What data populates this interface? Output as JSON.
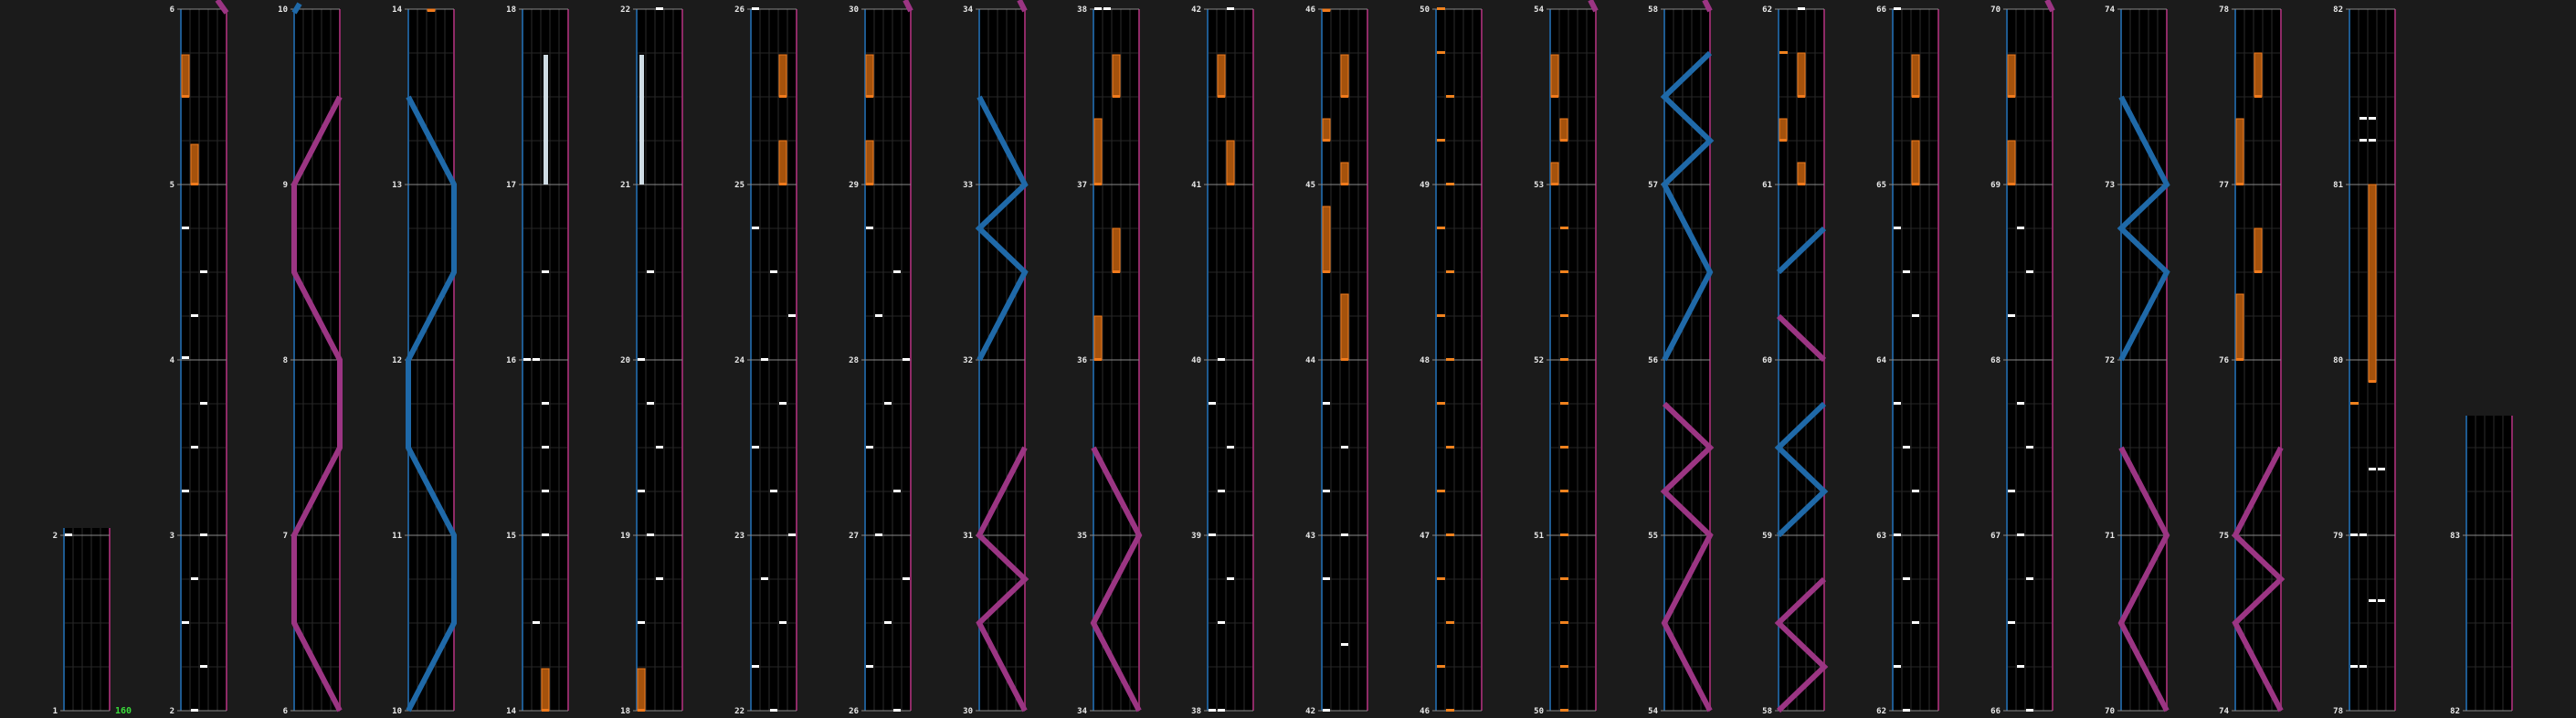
{
  "chart": {
    "bpm_label": "160",
    "colors": {
      "background": "#1b1b1b",
      "lane_bg": "#000000",
      "lane_border_left": "#1e5a90",
      "lane_border_right": "#8e2a66",
      "grid_line": "#2c2c2c",
      "bar_line": "#8a8a8a",
      "measure_number": "#e8e8e8",
      "bpm_text": "#3adb3a",
      "tap_note": "#ffffff",
      "hold_note": "#f07a1c",
      "hold_body": "#a5520c",
      "long_white": "#cfdce4",
      "flick_orange": "#f0821e",
      "slide_blue": "#1f69a8",
      "slide_pink": "#9b3583"
    },
    "columns": [
      {
        "measures": [
          "1",
          "2"
        ]
      },
      {
        "measures": [
          "2",
          "3",
          "4",
          "5",
          "6"
        ]
      },
      {
        "measures": [
          "6",
          "7",
          "8",
          "9",
          "10"
        ]
      },
      {
        "measures": [
          "10",
          "11",
          "12",
          "13",
          "14"
        ]
      },
      {
        "measures": [
          "14",
          "15",
          "16",
          "17",
          "18"
        ]
      },
      {
        "measures": [
          "18",
          "19",
          "20",
          "21",
          "22"
        ]
      },
      {
        "measures": [
          "22",
          "23",
          "24",
          "25",
          "26"
        ]
      },
      {
        "measures": [
          "26",
          "27",
          "28",
          "29",
          "30"
        ]
      },
      {
        "measures": [
          "30",
          "31",
          "32",
          "33",
          "34"
        ]
      },
      {
        "measures": [
          "34",
          "35",
          "36",
          "37",
          "38"
        ]
      },
      {
        "measures": [
          "38",
          "39",
          "40",
          "41",
          "42"
        ]
      },
      {
        "measures": [
          "42",
          "43",
          "44",
          "45",
          "46"
        ]
      },
      {
        "measures": [
          "46",
          "47",
          "48",
          "49",
          "50"
        ]
      },
      {
        "measures": [
          "50",
          "51",
          "52",
          "53",
          "54"
        ]
      },
      {
        "measures": [
          "54",
          "55",
          "56",
          "57",
          "58"
        ]
      },
      {
        "measures": [
          "58",
          "59",
          "60",
          "61",
          "62"
        ]
      },
      {
        "measures": [
          "62",
          "63",
          "64",
          "65",
          "66"
        ]
      },
      {
        "measures": [
          "66",
          "67",
          "68",
          "69",
          "70"
        ]
      },
      {
        "measures": [
          "70",
          "71",
          "72",
          "73",
          "74"
        ]
      },
      {
        "measures": [
          "74",
          "75",
          "76",
          "77",
          "78"
        ]
      },
      {
        "measures": [
          "78",
          "79",
          "80",
          "81",
          "82"
        ]
      },
      {
        "measures": [
          "82",
          "83"
        ]
      }
    ]
  }
}
